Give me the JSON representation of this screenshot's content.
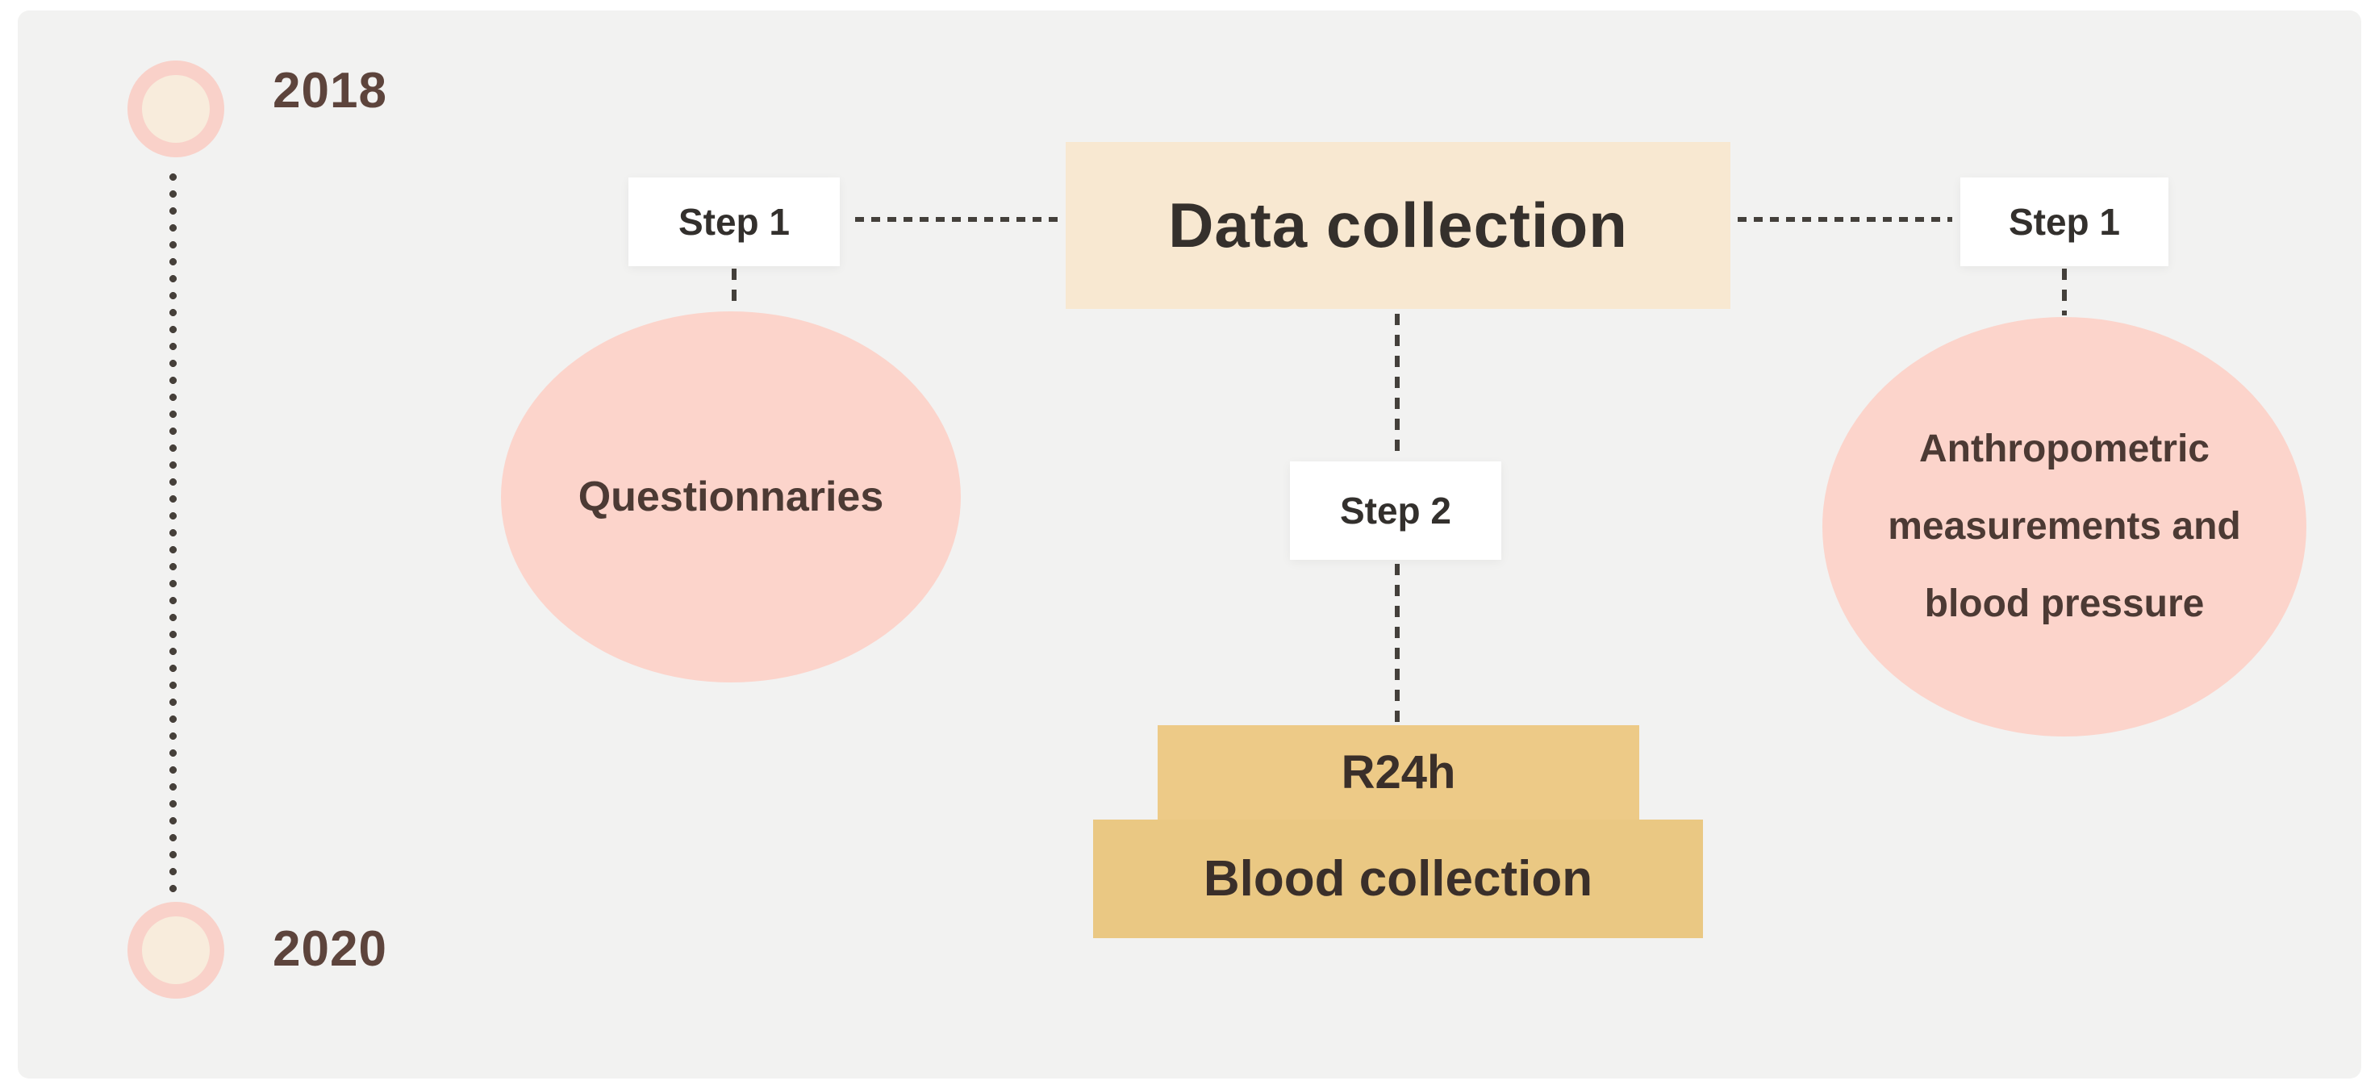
{
  "diagram": {
    "timeline": {
      "start_year": "2018",
      "end_year": "2020"
    },
    "steps": {
      "left": "Step 1",
      "center": "Step 2",
      "right": "Step 1"
    },
    "center_node": {
      "title": "Data collection"
    },
    "left_ellipse": {
      "label": "Questionnaries"
    },
    "right_ellipse": {
      "lines": [
        "Anthropometric",
        "measurements and",
        "blood pressure"
      ]
    },
    "bottom_boxes": {
      "r24h": "R24h",
      "blood": "Blood collection"
    },
    "colors": {
      "panel_bg": "#f2f2f1",
      "ellipse_pink": "#fcd4cb",
      "marker_ring_pink": "#f9d1c9",
      "marker_inner_cream": "#f8ecdc",
      "node_cream": "#f8e8d1",
      "gold": "#ecc985",
      "connector_dark": "#44403b",
      "text_dark": "#35302c",
      "text_brown": "#5d443c"
    }
  }
}
